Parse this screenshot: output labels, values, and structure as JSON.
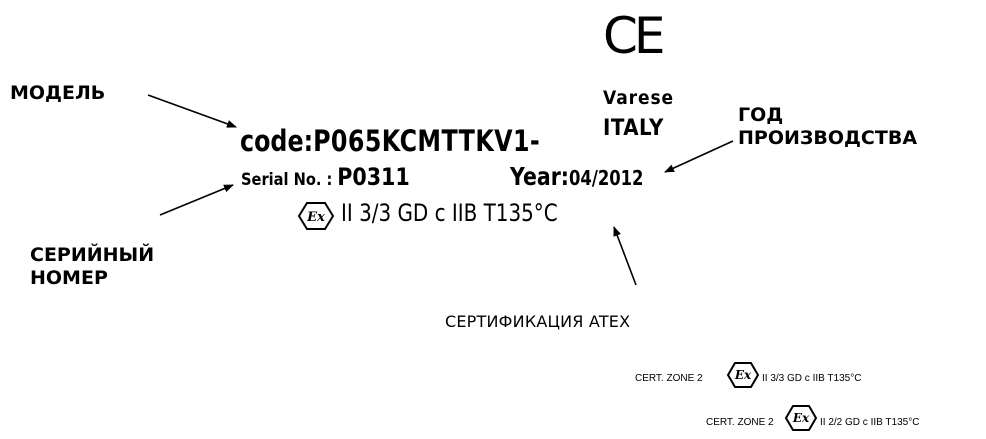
{
  "callouts": {
    "model": "МОДЕЛЬ",
    "year_line1": "ГОД",
    "year_line2": "ПРОИЗВОДСТВА",
    "serial_line1": "СЕРИЙНЫЙ",
    "serial_line2": "НОМЕР",
    "atex": "СЕРТИФИКАЦИЯ ATEX"
  },
  "plate": {
    "ce_mark": "CE",
    "city": "Varese",
    "country": "ITALY",
    "code_label": "code:",
    "code_value": "P065KCMTTKV1-",
    "serial_label": "Serial No. :",
    "serial_value": "P0311",
    "year_label": "Year:",
    "year_value": "04/2012",
    "ex_symbol": "Ex",
    "atex_marking": "II 3/3 GD c IIB T135°C"
  },
  "cert_examples": [
    {
      "label": "CERT. ZONE 2",
      "ex_symbol": "Ex",
      "marking": "II 3/3 GD c IIB T135°C"
    },
    {
      "label": "CERT. ZONE 2",
      "ex_symbol": "Ex",
      "marking": "II 2/2 GD c IIB T135°C"
    }
  ],
  "colors": {
    "text": "#000000",
    "arrow": "#000000",
    "background": "#ffffff"
  }
}
